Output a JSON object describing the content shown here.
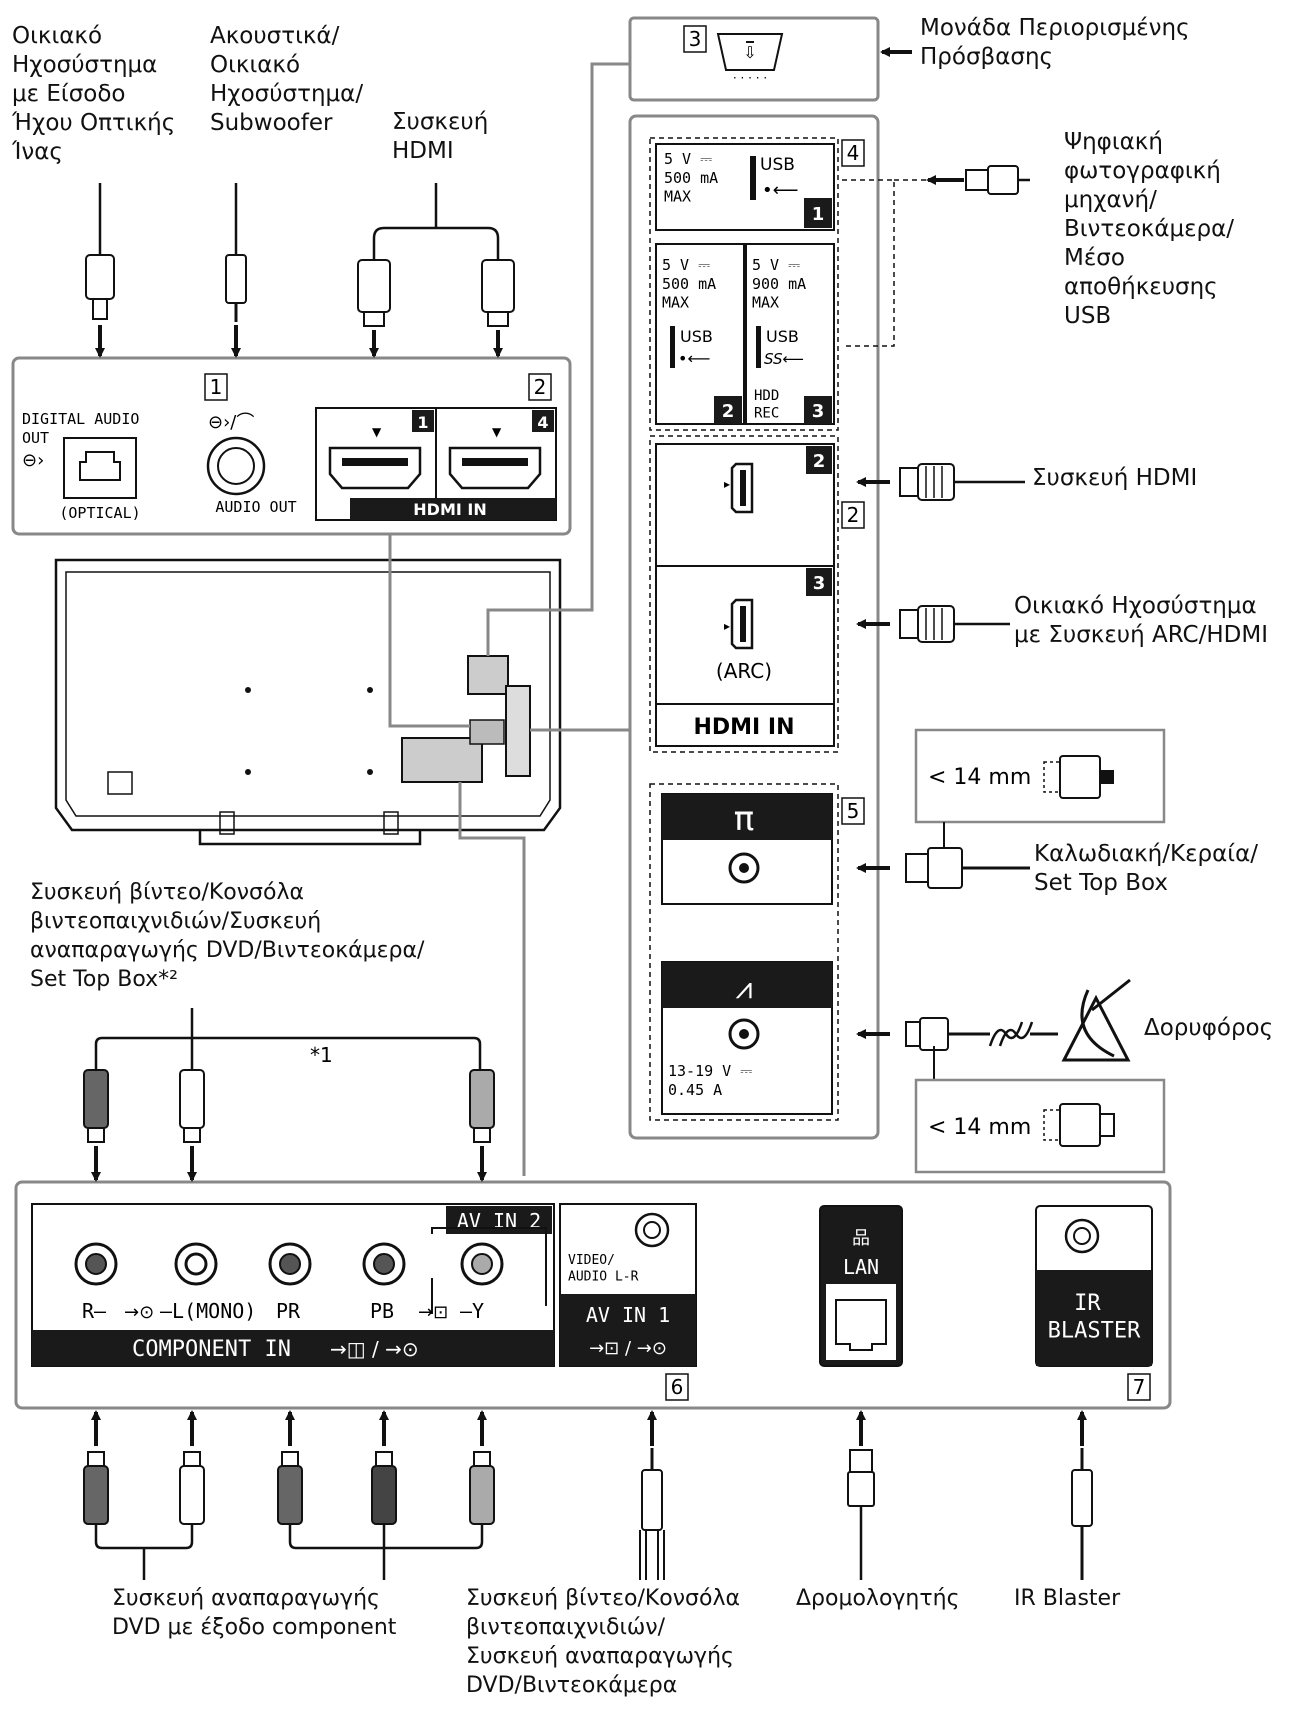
{
  "labels": {
    "top_optical": "Οικιακό\nΗχοσύστημα\nμε Είσοδο\nΉχου Οπτικής\nΊνας",
    "top_headphones": "Ακουστικά/\nΟικιακό\nΗχοσύστημα/\nSubwoofer",
    "top_hdmi": "Συσκευή\nHDMI",
    "cam_module": "Μονάδα Περιορισμένης\nΠρόσβασης",
    "usb_device": "Ψηφιακή\nφωτογραφική\nμηχανή/\nΒιντεοκάμερα/\nΜέσο\nαποθήκευσης\nUSB",
    "hdmi_device": "Συσκευή HDMI",
    "arc_device": "Οικιακό Ηχοσύστημα\nμε Συσκευή ARC/HDMI",
    "cable_antenna": "Καλωδιακή/Κεραία/\nSet Top Box",
    "satellite": "Δορυφόρος",
    "av_devices_top": "Συσκευή βίντεο/Κονσόλα\nβιντεοπαιχνιδιών/Συσκευή\nαναπαραγωγής DVD/Βιντεοκάμερα/\nSet Top Box*²",
    "footnote_1": "*1",
    "dvd_component": "Συσκευή αναπαραγωγής\nDVD με έξοδο component",
    "av_devices_bottom": "Συσκευή βίντεο/Κονσόλα\nβιντεοπαιχνιδιών/\nΣυσκευή αναπαραγωγής\nDVD/Βιντεοκάμερα",
    "router": "Δρομολογητής",
    "ir_blaster": "IR Blaster"
  },
  "panel_text": {
    "digital_audio_out": "DIGITAL AUDIO\nOUT",
    "optical": "(OPTICAL)",
    "audio_out": "AUDIO OUT",
    "hdmi_in": "HDMI IN",
    "hdmi_port_1": "1",
    "hdmi_port_4": "4",
    "hdmi_port_2": "2",
    "hdmi_port_3": "3",
    "arc": "(ARC)",
    "usb1_rating": "5 V ⎓\n500 mA\nMAX",
    "usb2_rating": "5 V ⎓\n500 mA\nMAX",
    "usb3_rating": "5 V ⎓\n900 mA\nMAX",
    "usb": "USB",
    "usb_port_1": "1",
    "usb_port_2": "2",
    "usb_port_3": "3",
    "hdd_rec": "HDD\nREC",
    "sat_rating": "13-19 V ⎓\n0.45 A",
    "lt_14mm_top": "< 14 mm",
    "lt_14mm_bottom": "< 14 mm",
    "component_in": "COMPONENT IN",
    "av_in_2": "AV IN 2",
    "jack_r": "R–",
    "jack_l": "–L(MONO)",
    "jack_pr": "PR",
    "jack_pb": "PB",
    "jack_y": "–Y",
    "video_audio_lr": "VIDEO/\nAUDIO L-R",
    "av_in_1": "AV IN 1",
    "lan": "LAN",
    "ir_blaster_port": "IR\nBLASTER"
  },
  "callouts": [
    "1",
    "2",
    "3",
    "4",
    "2",
    "5",
    "6",
    "7"
  ]
}
